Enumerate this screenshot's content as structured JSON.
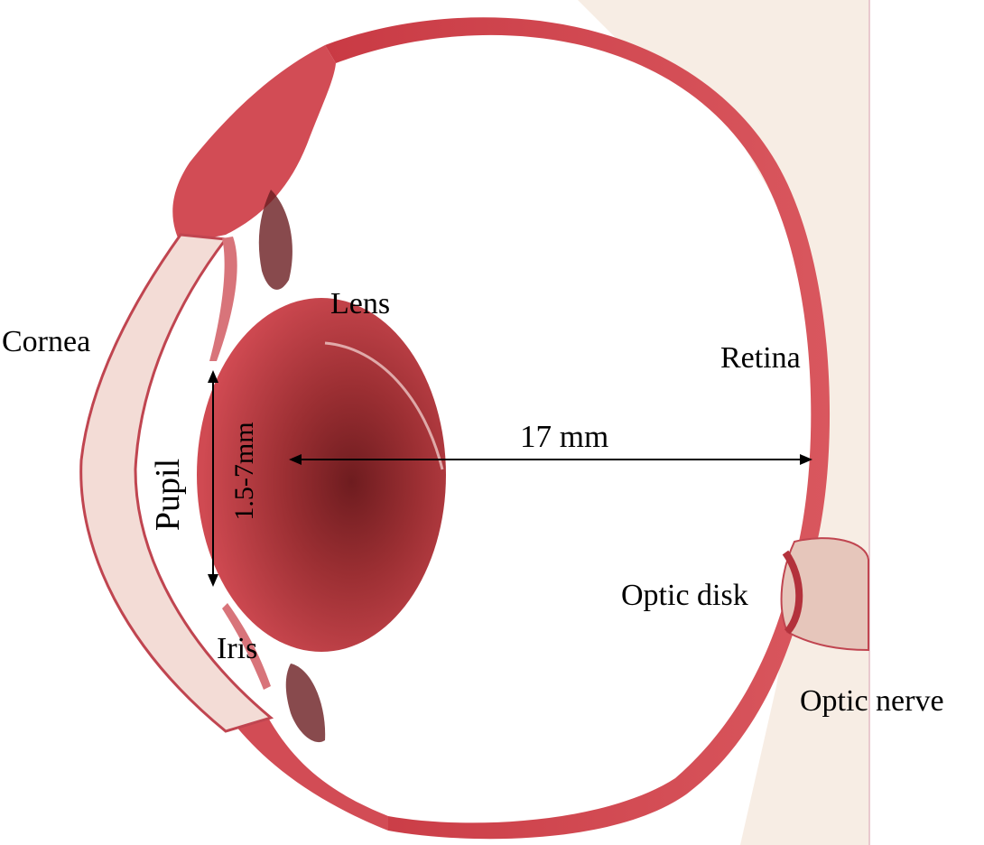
{
  "labels": {
    "cornea": "Cornea",
    "lens": "Lens",
    "retina": "Retina",
    "distance": "17 mm",
    "pupil": "Pupil",
    "pupil_size": "1.5-7mm",
    "optic_disk": "Optic disk",
    "iris": "Iris",
    "optic_nerve": "Optic nerve"
  },
  "colors": {
    "tissue": "#d04a52",
    "tissue_dark": "#a52a35",
    "cornea_fill": "#f3dcd6",
    "lens_fill": "#c8434e",
    "lens_core": "#7a1f22",
    "background_panel": "#f7ede4",
    "text": "#000000"
  }
}
